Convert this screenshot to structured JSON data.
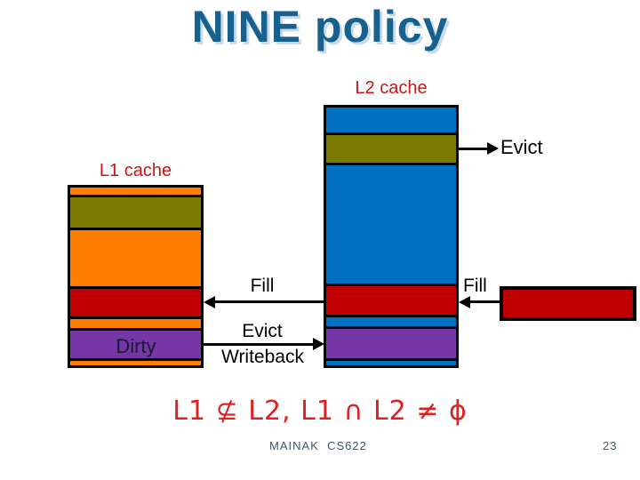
{
  "slide": {
    "title": "NINE policy",
    "formula": "L1 ⊈ L2, L1 ∩ L2 ≠ ϕ",
    "footer_left": "MAINAK  CS622",
    "page_number": "23"
  },
  "labels": {
    "l2_cache": "L2 cache",
    "l1_cache": "L1 cache",
    "evict": "Evict",
    "fill_l2_to_l1": "Fill",
    "fill_into_l2": "Fill",
    "evict_writeback_line1": "Evict",
    "evict_writeback_line2": "Writeback",
    "dirty": "Dirty"
  },
  "colors": {
    "title_blue": "#16618E",
    "title_shadow": "#C9DAE8",
    "heading_red": "#CC1414",
    "formula_red": "#DD2020",
    "footer_gray": "#3D5A68",
    "dirty_text": "#1A1A33",
    "arrow_black": "#000000",
    "blue": "#0070C0",
    "olive": "#7A7B00",
    "orange": "#FF7D00",
    "red": "#C00000",
    "purple": "#7536A6"
  },
  "diagram": {
    "l2_bar": {
      "label": "L2 cache",
      "segments": [
        {
          "color": "blue",
          "height": 28
        },
        {
          "color": "olive",
          "height": 31
        },
        {
          "color": "blue",
          "height": 133
        },
        {
          "color": "red",
          "height": 32
        },
        {
          "color": "blue",
          "height": 10
        },
        {
          "color": "purple",
          "height": 33
        },
        {
          "color": "blue",
          "height": 4
        }
      ]
    },
    "l1_bar": {
      "label": "L1 cache",
      "segments": [
        {
          "color": "orange",
          "height": 8
        },
        {
          "color": "olive",
          "height": 34
        },
        {
          "color": "orange",
          "height": 63
        },
        {
          "color": "red",
          "height": 31
        },
        {
          "color": "orange",
          "height": 10
        },
        {
          "color": "purple",
          "height": 31
        },
        {
          "color": "orange",
          "height": 4
        }
      ]
    },
    "incoming_block": {
      "color": "red"
    },
    "arrows": [
      {
        "name": "evict-from-l2",
        "direction": "right",
        "label": "Evict"
      },
      {
        "name": "fill-l2-to-l1",
        "direction": "left",
        "label": "Fill"
      },
      {
        "name": "fill-into-l2",
        "direction": "left",
        "label": "Fill"
      },
      {
        "name": "evict-writeback-l1-to-l2",
        "direction": "right",
        "label": "Evict Writeback"
      }
    ]
  }
}
